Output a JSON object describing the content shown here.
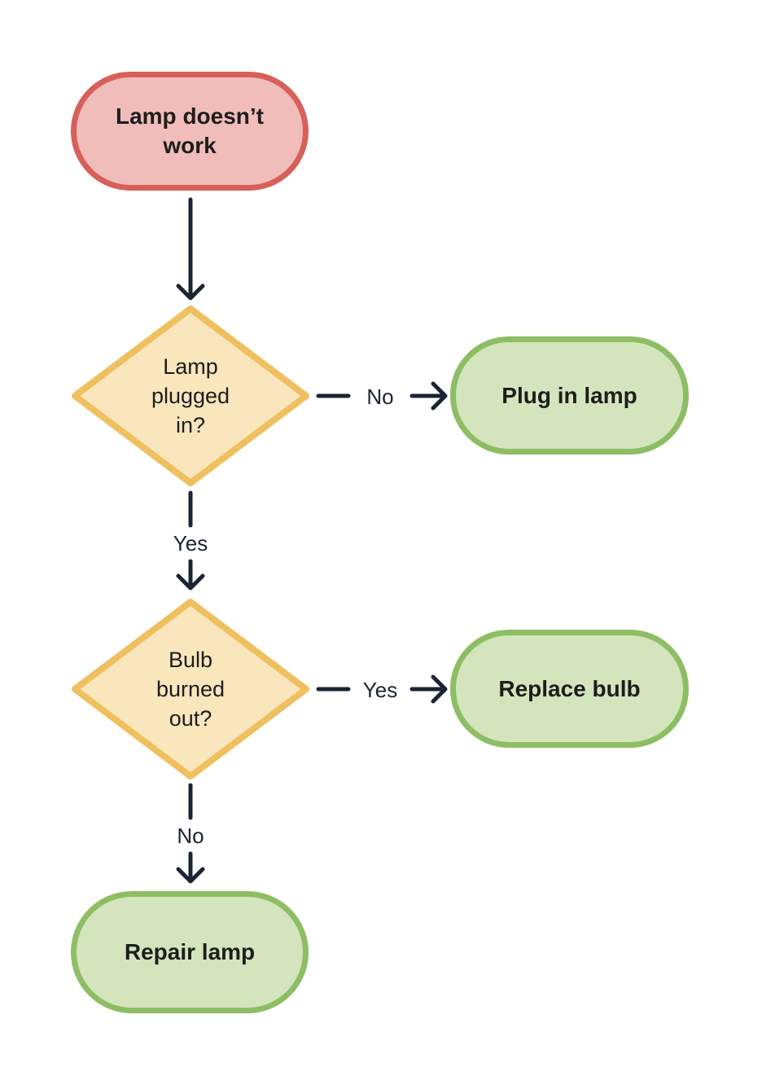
{
  "diagram": {
    "type": "flowchart",
    "nodes": {
      "start": {
        "label": "Lamp doesn’t work",
        "shape": "stadium",
        "role": "start"
      },
      "q_plugged": {
        "label": "Lamp plugged in?",
        "shape": "diamond",
        "role": "decision"
      },
      "a_plug": {
        "label": "Plug in lamp",
        "shape": "stadium",
        "role": "action"
      },
      "q_bulb": {
        "label": "Bulb burned out?",
        "shape": "diamond",
        "role": "decision"
      },
      "a_replace": {
        "label": "Replace bulb",
        "shape": "stadium",
        "role": "action"
      },
      "a_repair": {
        "label": "Repair lamp",
        "shape": "stadium",
        "role": "action"
      }
    },
    "edges": [
      {
        "from": "start",
        "to": "q_plugged",
        "label": ""
      },
      {
        "from": "q_plugged",
        "to": "a_plug",
        "label": "No"
      },
      {
        "from": "q_plugged",
        "to": "q_bulb",
        "label": "Yes"
      },
      {
        "from": "q_bulb",
        "to": "a_replace",
        "label": "Yes"
      },
      {
        "from": "q_bulb",
        "to": "a_repair",
        "label": "No"
      }
    ]
  },
  "colors": {
    "canvas_bg": "#ffffff",
    "start_fill": "#f0bdbb",
    "start_border": "#d95f59",
    "decision_fill": "#f9e6bd",
    "decision_border": "#efc05d",
    "action_fill": "#d4e5be",
    "action_border": "#8dbe63",
    "node_text": "#1d1d1b",
    "edge_stroke": "#1b2433"
  }
}
